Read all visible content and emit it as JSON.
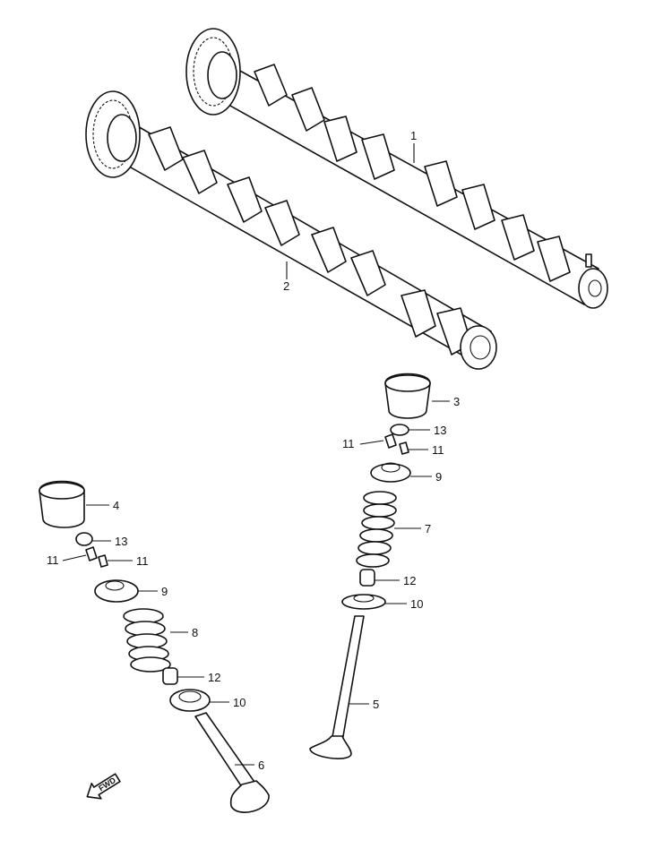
{
  "callouts": {
    "c1": "1",
    "c2": "2",
    "c3": "3",
    "c4": "4",
    "c5": "5",
    "c6": "6",
    "c7": "7",
    "c8": "8",
    "c9a": "9",
    "c9b": "9",
    "c10a": "10",
    "c10b": "10",
    "c11a": "11",
    "c11b": "11",
    "c11c": "11",
    "c11d": "11",
    "c12a": "12",
    "c12b": "12",
    "c13a": "13",
    "c13b": "13"
  },
  "direction_marker": {
    "label": "FWD"
  },
  "icons": {
    "direction": "forward-arrow-icon"
  }
}
